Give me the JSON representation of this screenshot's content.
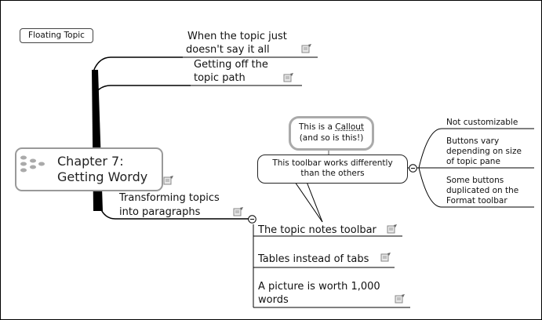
{
  "floating_topic": {
    "label": "Floating Topic"
  },
  "central_topic": {
    "line1": "Chapter 7:",
    "line2": "Getting Wordy"
  },
  "topics": {
    "when_topic": {
      "line1": "When the topic just",
      "line2": "doesn't say it all"
    },
    "getting_off": {
      "line1": "Getting off the",
      "line2": "topic path"
    },
    "transforming": {
      "line1": "Transforming topics",
      "line2": "into paragraphs"
    },
    "notes_toolbar": {
      "label": "The topic notes toolbar"
    },
    "tables": {
      "label": "Tables instead of tabs"
    },
    "picture": {
      "line1": "A picture is worth 1,000",
      "line2": "words"
    },
    "not_customizable": {
      "label": "Not customizable"
    },
    "buttons_vary": {
      "line1": "Buttons vary",
      "line2": "depending on size",
      "line3": "of topic pane"
    },
    "some_buttons": {
      "line1": "Some buttons",
      "line2": "duplicated on the",
      "line3": "Format toolbar"
    }
  },
  "callout": {
    "line1_prefix": "This is a ",
    "line1_word": "Callout",
    "line2": "(and so is this!)"
  },
  "toolbar_callout": {
    "line1": "This toolbar works differently",
    "line2": "than the others"
  },
  "colors": {
    "line": "#000000",
    "central_border": "#999999",
    "callout_border": "#aaaaaa"
  },
  "icons": [
    "topic-notes-icon",
    "collapse-toggle-icon",
    "map-tree-icon"
  ]
}
